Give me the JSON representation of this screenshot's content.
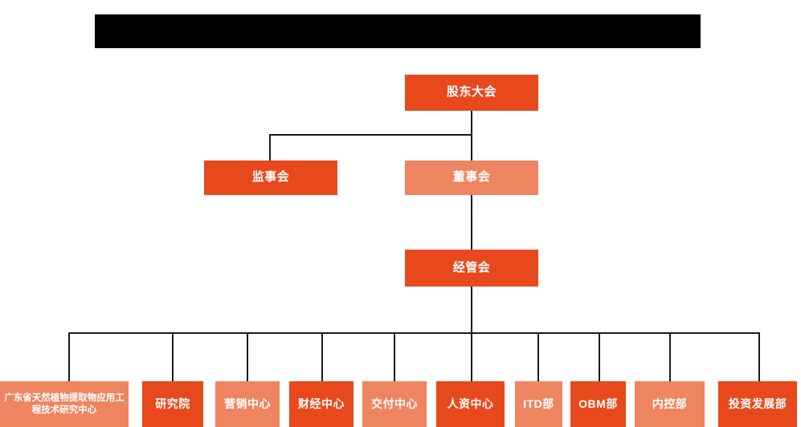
{
  "diagram": {
    "type": "organization-chart",
    "title_bar": {
      "label": "",
      "state": "redacted",
      "color": "#000000"
    },
    "colors": {
      "node_primary": "#E8491C",
      "node_secondary": "#EE8560",
      "connector": "#1a1a1a",
      "text": "#FFFFFF",
      "background": "#FFFFFF"
    },
    "levels": {
      "level1": [
        {
          "id": "shareholders-meeting",
          "label": "股东大会",
          "style": "dark"
        }
      ],
      "level2": [
        {
          "id": "board-of-supervisors",
          "label": "监事会",
          "style": "dark"
        },
        {
          "id": "board-of-directors",
          "label": "董事会",
          "style": "light"
        }
      ],
      "level3": [
        {
          "id": "management-committee",
          "label": "经管会",
          "style": "dark"
        }
      ],
      "level4": [
        {
          "id": "guangdong-research-center",
          "label": "广东省天然植物提取物应用工程技术研究中心",
          "style": "light"
        },
        {
          "id": "research-institute",
          "label": "研究院",
          "style": "dark"
        },
        {
          "id": "marketing-center",
          "label": "营销中心",
          "style": "light"
        },
        {
          "id": "finance-center",
          "label": "财经中心",
          "style": "dark"
        },
        {
          "id": "delivery-center",
          "label": "交付中心",
          "style": "light"
        },
        {
          "id": "hr-center",
          "label": "人资中心",
          "style": "dark"
        },
        {
          "id": "itd-department",
          "label": "ITD部",
          "style": "light"
        },
        {
          "id": "obm-department",
          "label": "OBM部",
          "style": "dark"
        },
        {
          "id": "internal-control-department",
          "label": "内控部",
          "style": "light"
        },
        {
          "id": "investment-development-department",
          "label": "投资发展部",
          "style": "dark"
        }
      ]
    }
  }
}
